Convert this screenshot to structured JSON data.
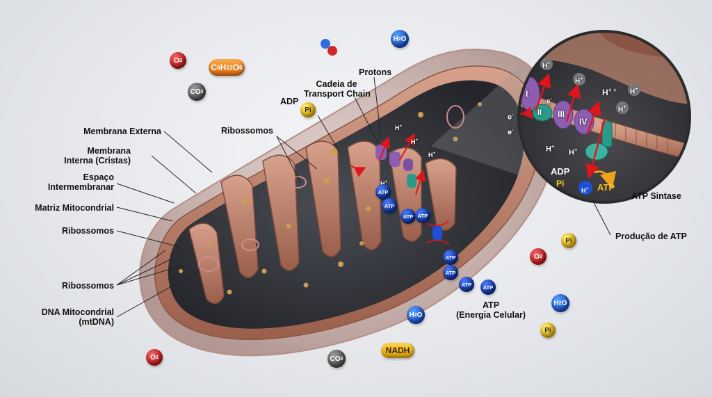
{
  "labels": {
    "membrana_externa": "Membrana Externa",
    "membrana_interna_1": "Membrana",
    "membrana_interna_2": "Interna (Cristas)",
    "espaco_1": "Espaço",
    "espaco_2": "Intermembranar",
    "matriz": "Matriz Mitocondrial",
    "ribossomos_left": "Ribossomos",
    "ribossomos_left_2": "Ribossomos",
    "dna_1": "DNA Mitocondrial",
    "dna_2": "(mtDNA)",
    "ribossomos_top": "Ribossomos",
    "adp": "ADP",
    "pi": "Pi",
    "cadeia_1": "Cadeia de",
    "cadeia_2": "Transport Chain",
    "protons": "Protons",
    "atp_sintase": "ATP Sintase",
    "producao_atp": "Produção de ATP",
    "atp_energy_1": "ATP",
    "atp_energy_2": "(Energia Celular)"
  },
  "inset": {
    "complexes": [
      "I",
      "II",
      "III",
      "IV"
    ],
    "h": "H",
    "plus": "+",
    "h_plus_plus": "+ +",
    "e": "e",
    "minus": "-",
    "adp": "ADP",
    "pi": "Pi",
    "atp": "ATP"
  },
  "molecules": {
    "o2": "O",
    "o2_sub": "2",
    "co2": "CO",
    "co2_sub": "2",
    "h2o_h": "H",
    "h2o_sub": "2",
    "h2o_o": "O",
    "pi": "Pi",
    "atp": "ATP",
    "glucose": {
      "c": "C",
      "c_sub": "6",
      "h": "H",
      "h_sub": "12",
      "o": "O",
      "o_sub": "6"
    },
    "nadh": "NADH"
  },
  "colors": {
    "membrane_outer": "#c9a8a0",
    "cristae": "#b9826e",
    "matrix": "#2e3036",
    "complex_purple": "#8d5db0",
    "complex_teal": "#2b9a8b",
    "arrow_red": "#e0151b",
    "atp_blue": "#1e4fd6",
    "pi_yellow": "#f2c81d",
    "o2_red": "#c3191d"
  }
}
